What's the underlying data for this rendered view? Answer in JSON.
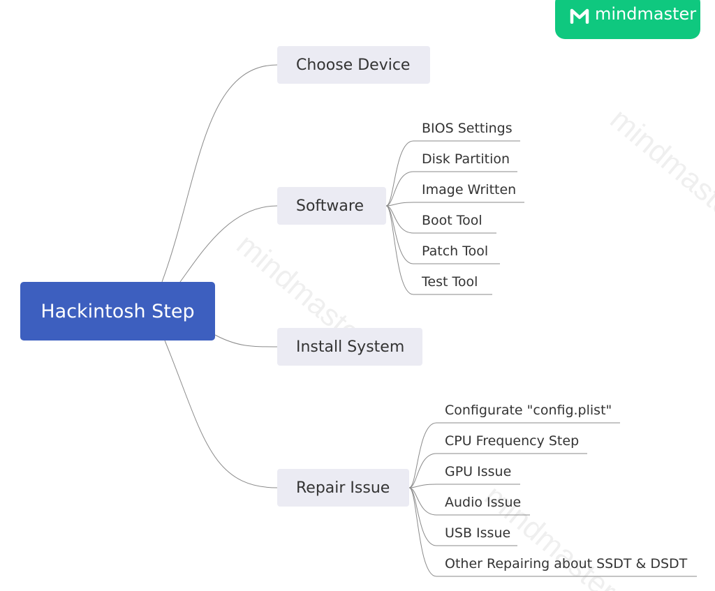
{
  "brand": {
    "name": "mindmaster",
    "color": "#0fc87f",
    "icon": "mindmaster-logo-icon"
  },
  "watermark": {
    "text": "mindmaster"
  },
  "colors": {
    "root_fill": "#3d5fbf",
    "topic_fill": "#ebebf3",
    "connector": "#8a8a8a"
  },
  "mindmap": {
    "root": "Hackintosh Step",
    "topics": [
      {
        "label": "Choose Device",
        "children": []
      },
      {
        "label": "Software",
        "children": [
          "BIOS Settings",
          "Disk Partition",
          "Image Written",
          "Boot Tool",
          "Patch Tool",
          "Test Tool"
        ]
      },
      {
        "label": "Install System",
        "children": []
      },
      {
        "label": "Repair Issue",
        "children": [
          "Configurate \"config.plist\"",
          "CPU Frequency Step",
          "GPU Issue",
          "Audio Issue",
          "USB Issue",
          "Other Repairing about SSDT & DSDT"
        ]
      }
    ]
  }
}
